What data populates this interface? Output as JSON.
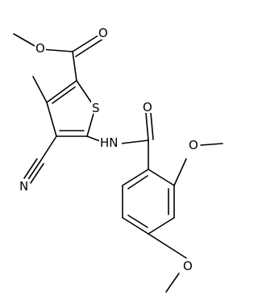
{
  "molecule": {
    "atoms": {
      "o_carbonyl_ester": "O",
      "o_ester": "O",
      "sulfur": "S",
      "nitrile_n": "N",
      "amide_nh": "HN",
      "amide_o": "O",
      "ome_o_ortho": "O",
      "ome_o_para": "O"
    }
  }
}
